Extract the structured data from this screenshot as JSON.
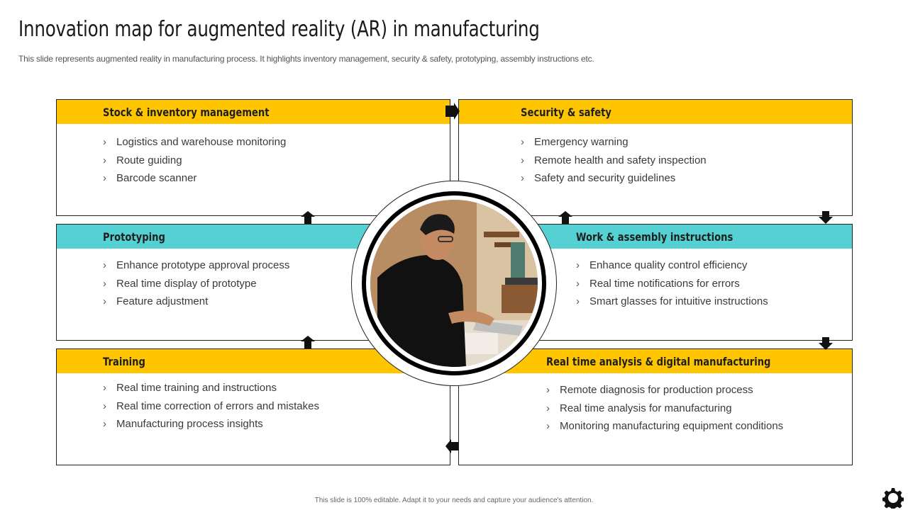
{
  "title": "Innovation map for augmented reality (AR) in manufacturing",
  "subtitle": "This slide represents augmented reality in manufacturing process. It highlights inventory management, security & safety, prototyping, assembly instructions etc.",
  "colors": {
    "yellow": "#ffc600",
    "teal": "#55d1d3",
    "border": "#222222"
  },
  "sections": {
    "stock": {
      "heading": "Stock & inventory management",
      "items": [
        "Logistics and warehouse monitoring",
        "Route guiding",
        "Barcode scanner"
      ]
    },
    "security": {
      "heading": "Security & safety",
      "items": [
        "Emergency warning",
        "Remote health and safety inspection",
        "Safety and security guidelines"
      ]
    },
    "prototyping": {
      "heading": "Prototyping",
      "items": [
        "Enhance prototype approval process",
        "Real time display of prototype",
        "Feature adjustment"
      ]
    },
    "assembly": {
      "heading": "Work & assembly instructions",
      "items": [
        "Enhance quality control efficiency",
        "Real time notifications for errors",
        "Smart glasses for intuitive instructions"
      ]
    },
    "training": {
      "heading": "Training",
      "items": [
        "Real time training and instructions",
        "Real time correction of errors and mistakes",
        "Manufacturing process insights"
      ]
    },
    "analysis": {
      "heading": "Real time analysis & digital manufacturing",
      "items": [
        "Remote diagnosis for production process",
        "Real time analysis for manufacturing",
        "Monitoring manufacturing equipment conditions"
      ]
    }
  },
  "center_image": {
    "icon": "person-at-laptop-photo"
  },
  "footer": "This slide is 100% editable. Adapt it to your needs and capture your audience's attention.",
  "settings_icon": "gear-icon"
}
